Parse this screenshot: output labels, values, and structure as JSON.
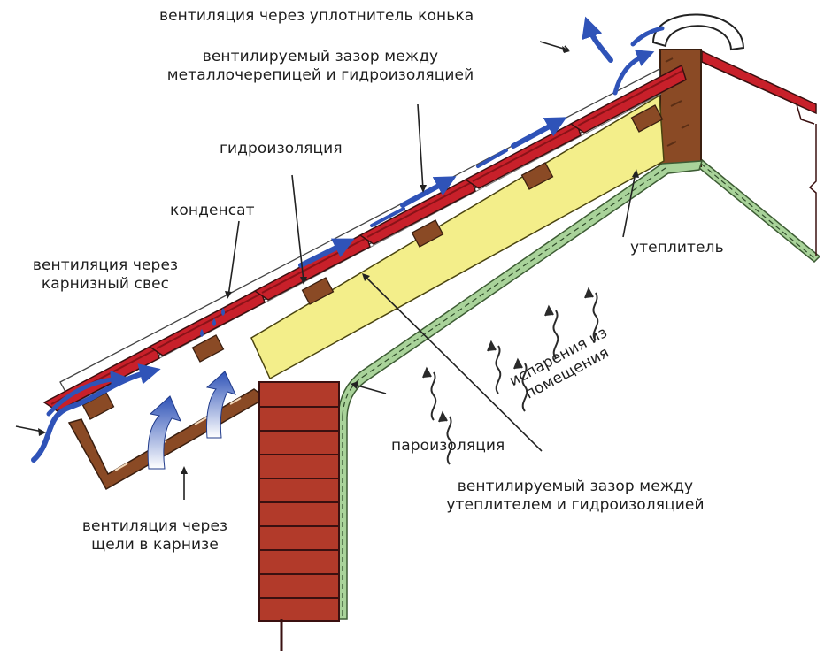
{
  "labels": {
    "ridge_vent": "вентиляция через уплотнитель конька",
    "gap_tile": [
      "вентилируемый зазор между",
      "металлочерепицей и гидроизоляцией"
    ],
    "waterproofing": "гидроизоляция",
    "condensate": "конденсат",
    "eave_vent": [
      "вентиляция через",
      "карнизный свес"
    ],
    "insulation": "утеплитель",
    "evaporation": [
      "испарения из",
      "помещения"
    ],
    "vapor_barrier": "пароизоляция",
    "gap_insulation": [
      "вентилируемый зазор между",
      "утеплителем и гидроизоляцией"
    ],
    "soffit_vent": [
      "вентиляция через",
      "щели в карнизе"
    ]
  },
  "colors": {
    "roof_tile": "#c8202a",
    "batten": "#8a4a25",
    "insulation": "#f3ee8a",
    "insulation_wave": "#b9a23a",
    "brick": "#b23a2a",
    "membrane_green": "#a9d39a",
    "air_flow": "#2f53b8",
    "leader_line": "#222222"
  }
}
